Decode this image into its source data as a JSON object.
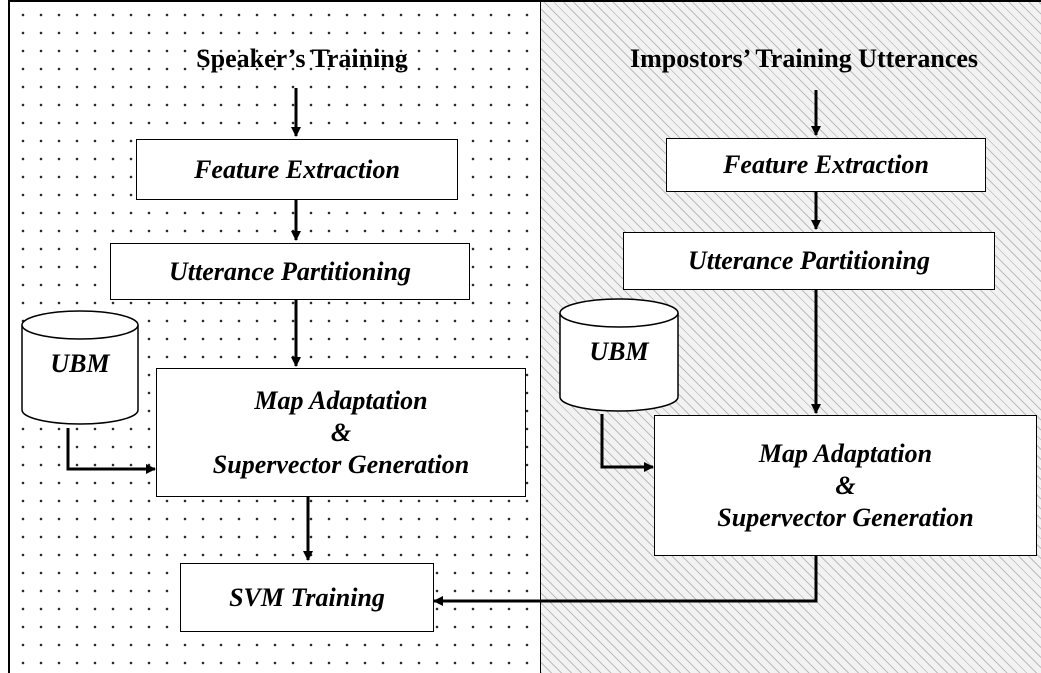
{
  "left_panel": {
    "heading": "Speaker’s Training",
    "feature_extraction": "Feature Extraction",
    "utterance_partitioning": "Utterance Partitioning",
    "ubm": "UBM",
    "map_line1": "Map Adaptation",
    "map_line2": "&",
    "map_line3": "Supervector Generation",
    "svm_training": "SVM Training"
  },
  "right_panel": {
    "heading": "Impostors’ Training Utterances",
    "feature_extraction": "Feature Extraction",
    "utterance_partitioning": "Utterance Partitioning",
    "ubm": "UBM",
    "map_line1": "Map Adaptation",
    "map_line2": "&",
    "map_line3": "Supervector Generation"
  }
}
